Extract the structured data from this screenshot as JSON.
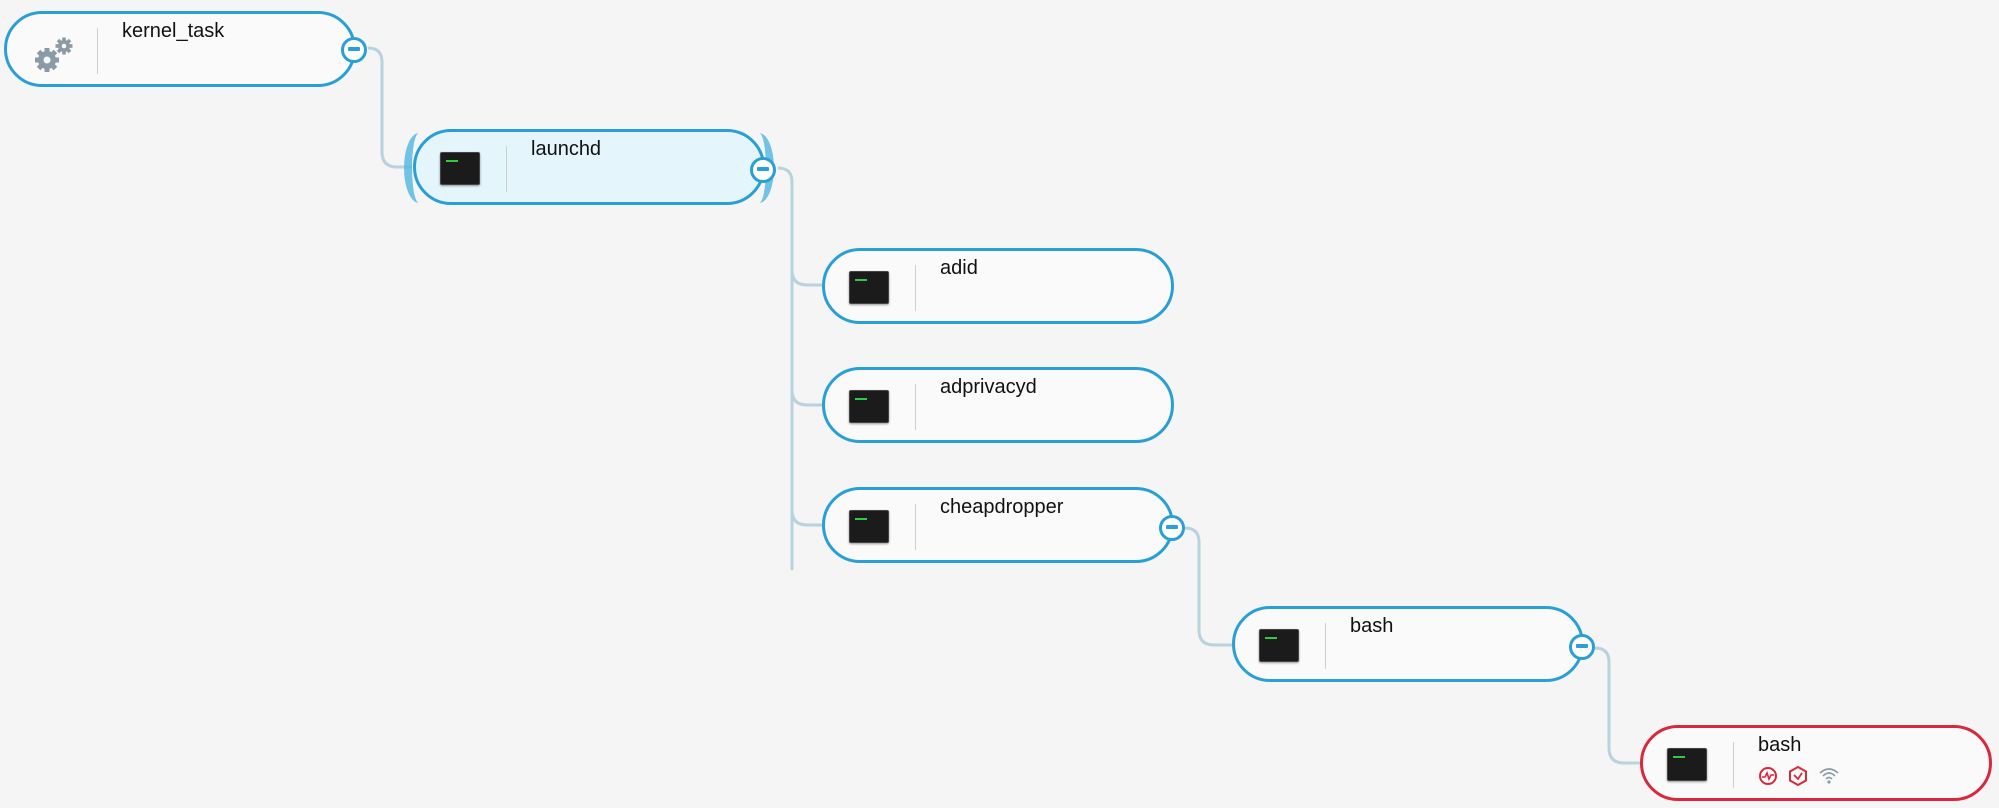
{
  "tree": {
    "nodes": [
      {
        "id": "kernel_task",
        "label": "kernel_task",
        "icon": "gears-icon"
      },
      {
        "id": "launchd",
        "label": "launchd",
        "icon": "terminal-icon"
      },
      {
        "id": "adid",
        "label": "adid",
        "icon": "terminal-icon"
      },
      {
        "id": "adprivacyd",
        "label": "adprivacyd",
        "icon": "terminal-icon"
      },
      {
        "id": "cheapdropper",
        "label": "cheapdropper",
        "icon": "terminal-icon"
      },
      {
        "id": "bash_1",
        "label": "bash",
        "icon": "terminal-icon"
      },
      {
        "id": "bash_2",
        "label": "bash",
        "icon": "terminal-icon",
        "alert_icons": [
          "activity-alert-icon",
          "shield-alert-icon",
          "network-icon"
        ]
      }
    ],
    "selected": "launchd"
  },
  "colors": {
    "node_border": "#2a9fd6",
    "alert_border": "#d8283e",
    "selected_fill": "#e4f6fc",
    "connector": "#b8d2de"
  }
}
